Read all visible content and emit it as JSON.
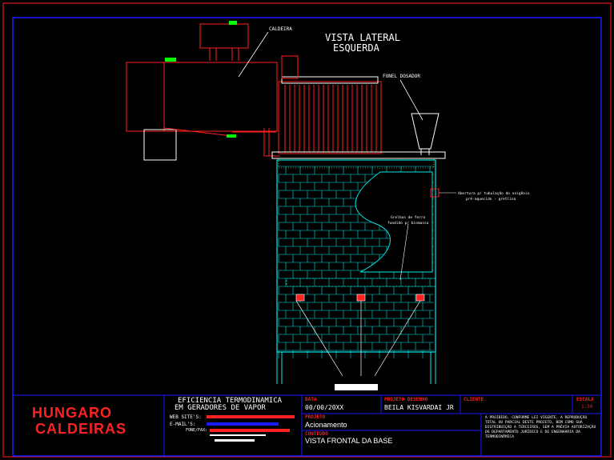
{
  "drawing": {
    "view_title_line1": "VISTA LATERAL",
    "view_title_line2": "ESQUERDA",
    "label_caldeira": "CALDEIRA",
    "label_funil": "FUNEL DOSADOR",
    "label_abertura_line1": "Abertura p/ tubulação do oxigênio",
    "label_abertura_line2": "pré-aquecido - gretlina",
    "label_grelhas_line1": "Grelhas de ferro",
    "label_grelhas_line2": "fundido p/ biomassa"
  },
  "title_block": {
    "company_line1": "HUNGARO",
    "company_line2": "CALDEIRAS",
    "subject_line1": "EFICIENCIA TERMODINAMICA",
    "subject_line2": "EM GERADORES DE VAPOR",
    "website_label": "WEB SITE'S:",
    "email_label": "E-MAIL'S:",
    "fone_label": "FONE/FAX:",
    "data_label": "DATA",
    "data_value": "00/00/20XX",
    "projeto_desenho_label": "PROJETO DESENHO",
    "projeto_desenho_value": "BEILA KISVARDAI JR",
    "cliente_label": "CLIENTE",
    "escala_label": "ESCALA",
    "escala_value": "1:50",
    "projeto_label": "PROJETO",
    "projeto_value": "Acionamento",
    "conteudo_label": "CONTEÚDO",
    "conteudo_value": "VISTA FRONTAL DA BASE",
    "legal_note": "A PROIBIDO, CONFORME LEI VIGENTE, A REPRODUÇÃO TOTAL OU PARCIAL DESTE PROJETO, BEM COMO SUA DISTRIBUIÇÃO A TERCEIROS, SEM A PRÉVIA AUTORIZAÇÃO DO DEPARTAMENTO JURÍDICO E DE ENGENHARIA DA TERMODINÂMICA"
  },
  "colors": {
    "background": "#000000",
    "frame_blue": "#1a1aff",
    "boiler_red": "#ff2020",
    "brick_cyan": "#00e6e6",
    "company_red": "#ff2020",
    "title_white": "#ffffff",
    "stamp_green": "#00ff00"
  }
}
